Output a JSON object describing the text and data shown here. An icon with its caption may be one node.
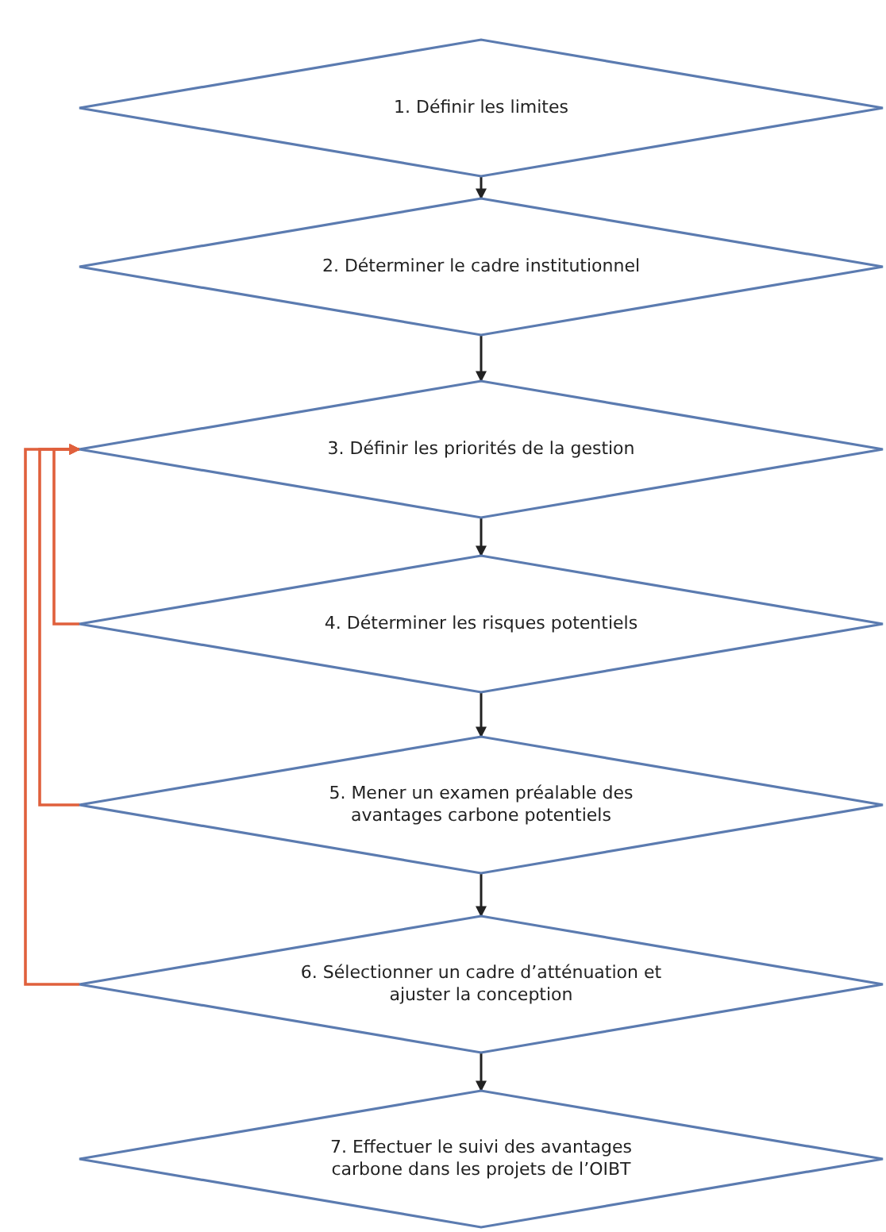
{
  "diagram": {
    "nodes": [
      {
        "text": [
          "1. Définir les limites"
        ]
      },
      {
        "text": [
          "2. Déterminer le cadre institutionnel"
        ]
      },
      {
        "text": [
          "3. Définir les priorités de la gestion"
        ]
      },
      {
        "text": [
          "4. Déterminer les risques potentiels"
        ]
      },
      {
        "text": [
          "5. Mener un examen préalable des avantages carbone potentiels"
        ]
      },
      {
        "text": [
          "6. Sélectionner un cadre d’atténuation et ajuster la conception"
        ]
      },
      {
        "text": [
          "7. Effectuer le suivi des avantages carbone dans les projets de l’OIBT"
        ]
      }
    ],
    "edges": [
      {
        "from": 0,
        "to": 1,
        "arrow": "to"
      },
      {
        "from": 1,
        "to": 2,
        "arrow": "to"
      },
      {
        "from": 2,
        "to": 3,
        "arrow": "to"
      },
      {
        "from": 3,
        "to": 4,
        "arrow": "to"
      },
      {
        "from": 4,
        "to": 5,
        "arrow": "to"
      },
      {
        "from": 5,
        "to": 6,
        "arrow": "to"
      },
      {
        "from": 3,
        "to": 2,
        "arrow": "to",
        "color": "#e0603c"
      },
      {
        "from": 4,
        "to": 2,
        "arrow": "to",
        "color": "#e0603c"
      },
      {
        "from": 5,
        "to": 2,
        "arrow": "to",
        "color": "#e0603c"
      }
    ]
  }
}
